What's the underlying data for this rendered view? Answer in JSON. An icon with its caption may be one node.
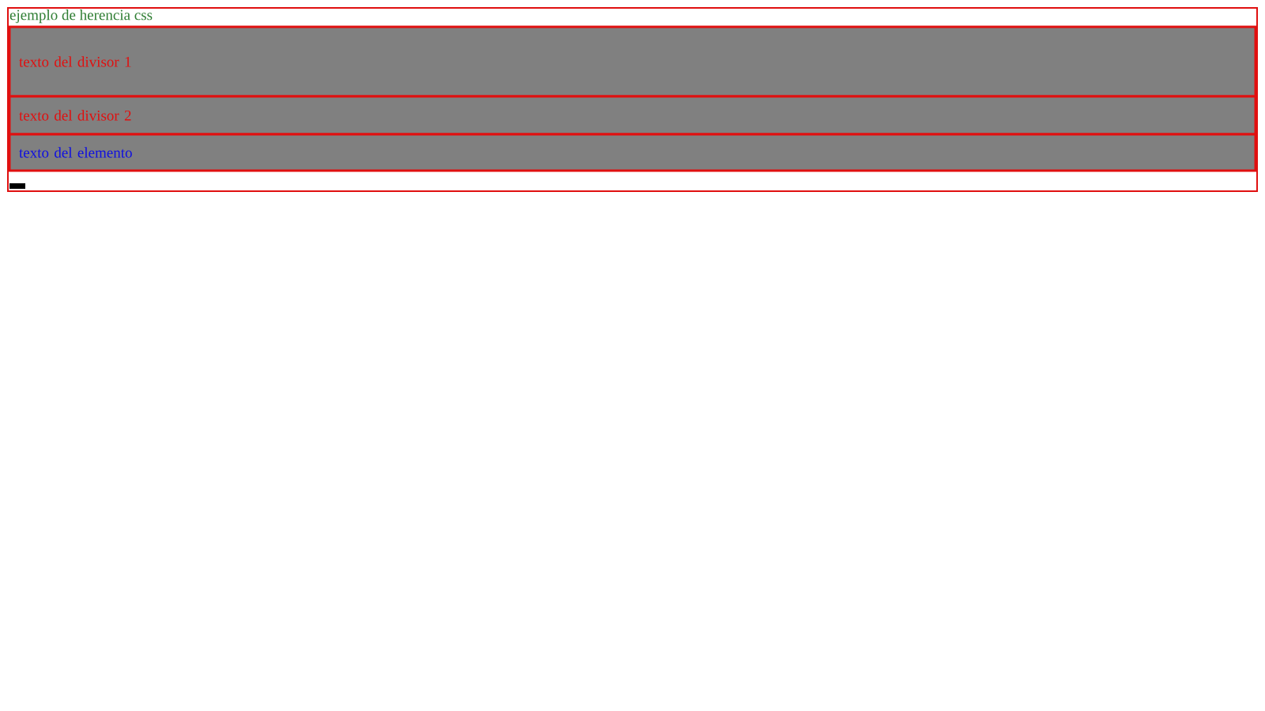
{
  "diagram": {
    "nodes": [
      {
        "text": [
          "ejemplo de herencia css"
        ]
      },
      {
        "text": [
          "texto del divisor 1"
        ],
        "in": 0
      },
      {
        "text": [
          "texto del divisor 2"
        ],
        "in": 0
      },
      {
        "text": [
          "texto del elemento"
        ],
        "in": 0
      }
    ]
  }
}
